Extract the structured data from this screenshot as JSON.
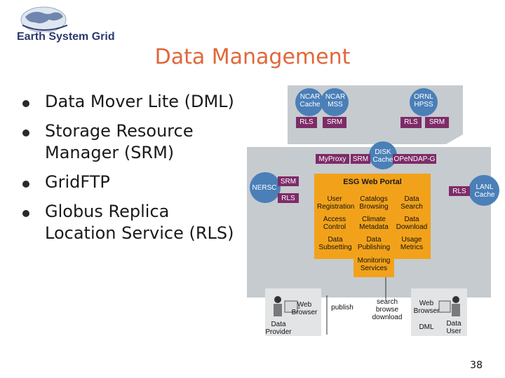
{
  "header": {
    "logo_text": "Earth System Grid",
    "title": "Data Management"
  },
  "bullets": [
    {
      "label": "Data Mover Lite (DML)"
    },
    {
      "label": "Storage Resource Manager (SRM)"
    },
    {
      "label": "GridFTP"
    },
    {
      "label": "Globus Replica Location Service (RLS)"
    }
  ],
  "diagram": {
    "sites": {
      "ncar_cache": "NCAR Cache",
      "ncar_mss": "NCAR MSS",
      "ornl_hpss": "ORNL HPSS",
      "nersc": "NERSC",
      "lanl_cache": "LANL Cache",
      "disk_cache": "DISK Cache"
    },
    "tags": {
      "rls_ncar": "RLS",
      "srm_ncar": "SRM",
      "rls_ornl": "RLS",
      "srm_ornl": "SRM",
      "myproxy": "MyProxy",
      "srm_mid": "SRM",
      "opendap": "OPeNDAP-G",
      "srm_nersc": "SRM",
      "rls_nersc": "RLS",
      "rls_lanl": "RLS"
    },
    "portal": {
      "title": "ESG Web Portal",
      "services": [
        "User Registration",
        "Catalogs Browsing",
        "Data Search",
        "Access Control",
        "Climate Metadata",
        "Data Download",
        "Data Subsetting",
        "Data Publishing",
        "Usage Metrics",
        "Monitoring Services"
      ]
    },
    "bottom": {
      "web_browser_left": "Web Browser",
      "data_provider": "Data Provider",
      "publish": "publish",
      "search_browse_download": "search browse download",
      "web_browser_right": "Web Browser",
      "dml": "DML",
      "data_user": "Data User"
    }
  },
  "slide_number": "38",
  "colors": {
    "title": "#e0673a",
    "portal": "#f2a21a",
    "site_circle": "#4a7fb8",
    "tag": "#7d2c68",
    "box_panel": "#c6cbcf"
  }
}
